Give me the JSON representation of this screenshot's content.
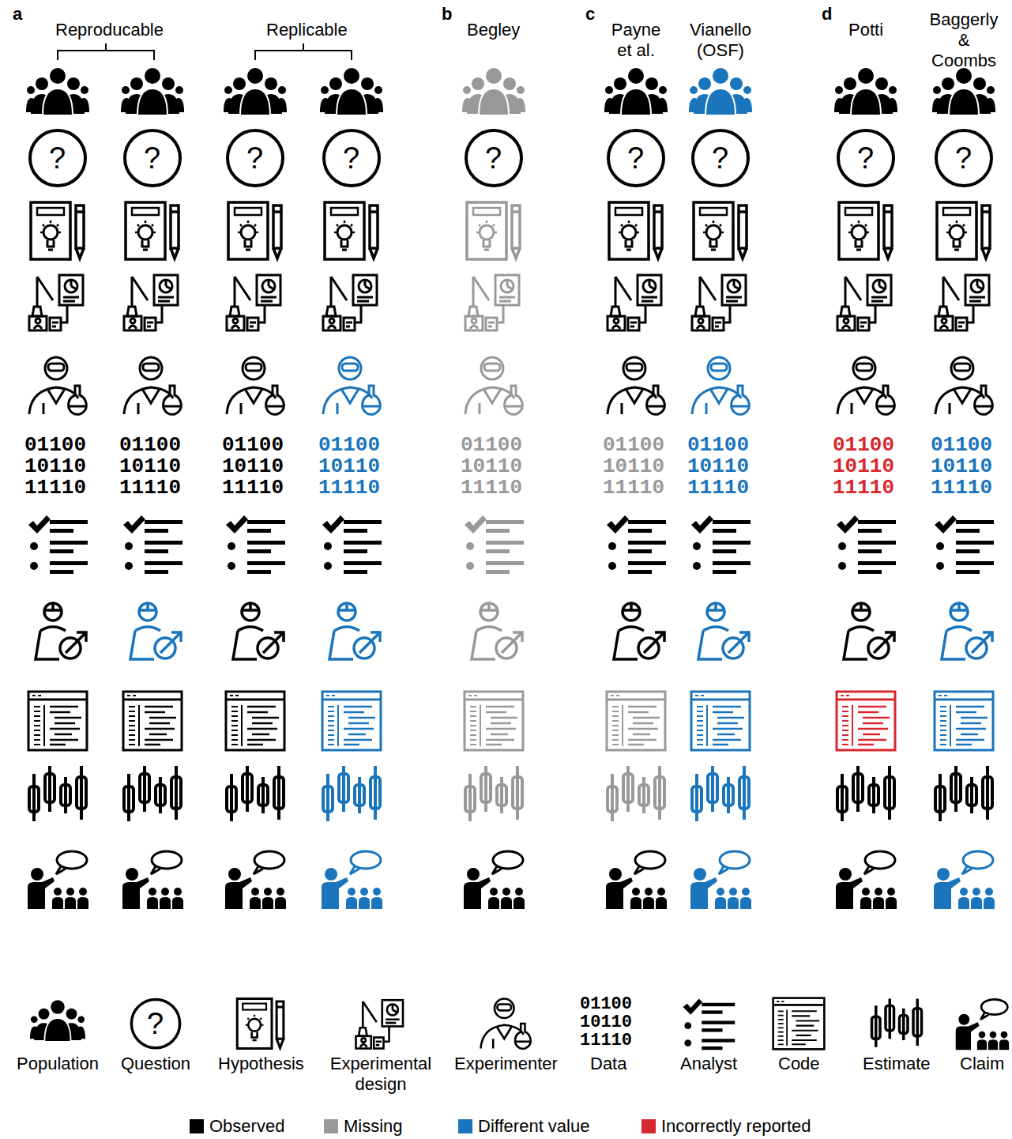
{
  "diagram": {
    "labels": [
      "a",
      "Reproducable",
      "Replicable",
      "b",
      "Begley",
      "c",
      "Payne et al.",
      "Vianello (OSF)",
      "d",
      "Potti",
      "Baggerly & Coombs",
      "?",
      "?",
      "?",
      "?",
      "?",
      "?",
      "?",
      "?",
      "?",
      "01100 10110 11110",
      "01100 10110 11110",
      "01100 10110 11110",
      "01100 10110 11110",
      "01100 10110 11110",
      "01100 10110 11110",
      "01100 10110 11110",
      "01100 10110 11110",
      "01100 10110 11110",
      "?",
      "01100 10110 11110"
    ],
    "legend": [
      {
        "text": "Population"
      },
      {
        "text": "Question"
      },
      {
        "text": "Hypothesis"
      },
      {
        "text": "Experimental design"
      },
      {
        "text": "Experimenter"
      },
      {
        "text": "Data"
      },
      {
        "text": "Analyst"
      },
      {
        "text": "Code"
      },
      {
        "text": "Estimate"
      },
      {
        "text": "Claim"
      },
      {
        "text": "Observed",
        "color": "#000000"
      },
      {
        "text": "Missing",
        "color": "#999999"
      },
      {
        "text": "Different value",
        "color": "#1a75bc"
      },
      {
        "text": "Incorrectly reported",
        "color": "#d7282f"
      }
    ]
  }
}
